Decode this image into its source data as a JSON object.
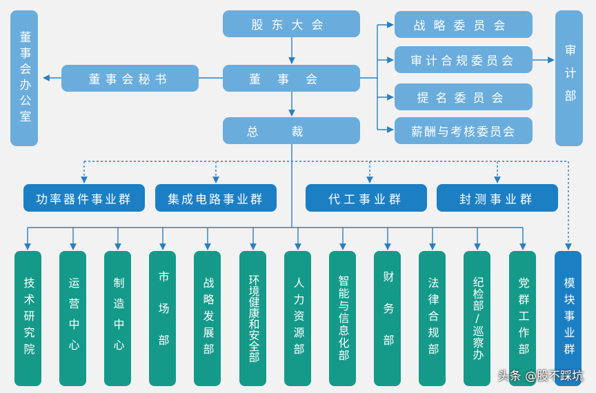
{
  "top": {
    "shareholders": "股东大会",
    "board": "董事会",
    "board_office": "董事会办公室",
    "board_secretary": "董事会秘书",
    "president": "总裁"
  },
  "committees": [
    "战略委员会",
    "审计合规委员会",
    "提名委员会",
    "薪酬与考核委员会"
  ],
  "audit_dept": "审计部",
  "business_groups": [
    "功率器件事业群",
    "集成电路事业群",
    "代工事业群",
    "封测事业群"
  ],
  "departments": [
    "技术研究院",
    "运营中心",
    "制造中心",
    "市场部",
    "战略发展部",
    "环境健康和安全部",
    "人力资源部",
    "智能与信息化部",
    "财务部",
    "法律合规部",
    "纪检部/巡察办",
    "党群工作部"
  ],
  "module_group": "模块事业群",
  "watermark": "头条 @股不踩坑",
  "colors": {
    "light_blue": "#6aaddc",
    "dark_blue": "#1c7fc4",
    "green": "#159a8a",
    "line": "#2a7ec0",
    "background": "#f2f2f2"
  }
}
